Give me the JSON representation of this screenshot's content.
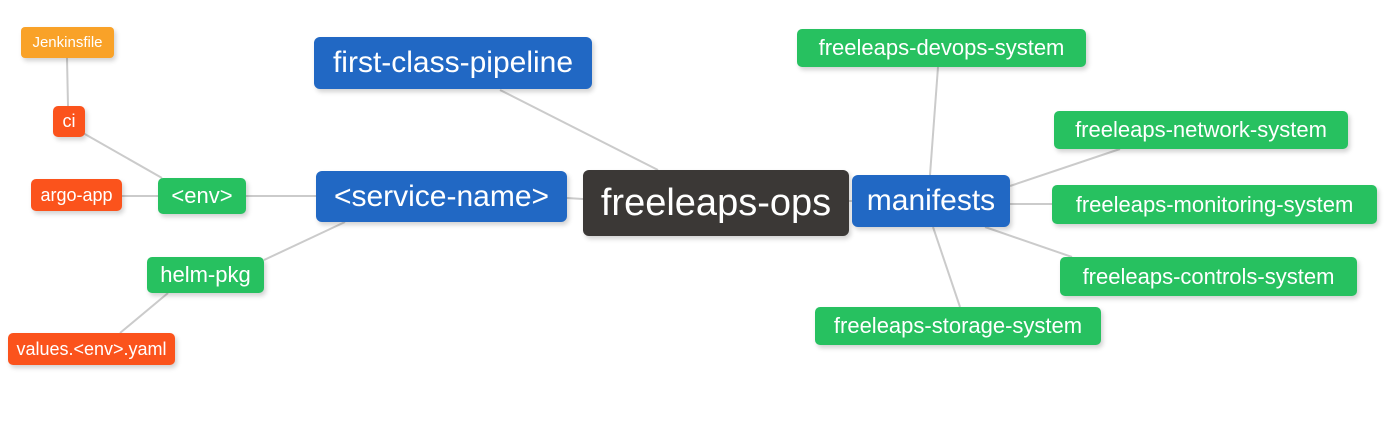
{
  "diagram": {
    "type": "mindmap",
    "title": "freeleaps-ops repository structure mind map",
    "root": "freeleaps-ops",
    "colors": {
      "root_node": "#3b3836",
      "level1_node": "#2168c4",
      "level2_node": "#27c160",
      "level3_node": "#fb531c",
      "level4_node": "#f9a228",
      "edge": "#cbcbcb",
      "node_text": "#ffffff",
      "background": "#ffffff"
    },
    "nodes": {
      "freeleaps_ops": {
        "label": "freeleaps-ops",
        "level": 0
      },
      "first_class_pipeline": {
        "label": "first-class-pipeline",
        "level": 1
      },
      "service_name": {
        "label": "<service-name>",
        "level": 1
      },
      "manifests": {
        "label": "manifests",
        "level": 1
      },
      "env": {
        "label": "<env>",
        "level": 2
      },
      "helm_pkg": {
        "label": "helm-pkg",
        "level": 2
      },
      "ci": {
        "label": "ci",
        "level": 3
      },
      "argo_app": {
        "label": "argo-app",
        "level": 3
      },
      "values_env_yaml": {
        "label": "values.<env>.yaml",
        "level": 3
      },
      "jenkinsfile": {
        "label": "Jenkinsfile",
        "level": 4
      },
      "devops_system": {
        "label": "freeleaps-devops-system",
        "level": 2
      },
      "network_system": {
        "label": "freeleaps-network-system",
        "level": 2
      },
      "monitoring_system": {
        "label": "freeleaps-monitoring-system",
        "level": 2
      },
      "controls_system": {
        "label": "freeleaps-controls-system",
        "level": 2
      },
      "storage_system": {
        "label": "freeleaps-storage-system",
        "level": 2
      }
    },
    "edges": [
      [
        "jenkinsfile",
        "ci"
      ],
      [
        "ci",
        "env"
      ],
      [
        "argo_app",
        "env"
      ],
      [
        "env",
        "service_name"
      ],
      [
        "helm_pkg",
        "service_name"
      ],
      [
        "values_env_yaml",
        "helm_pkg"
      ],
      [
        "service_name",
        "freeleaps_ops"
      ],
      [
        "first_class_pipeline",
        "freeleaps_ops"
      ],
      [
        "freeleaps_ops",
        "manifests"
      ],
      [
        "manifests",
        "devops_system"
      ],
      [
        "manifests",
        "network_system"
      ],
      [
        "manifests",
        "monitoring_system"
      ],
      [
        "manifests",
        "controls_system"
      ],
      [
        "manifests",
        "storage_system"
      ]
    ]
  }
}
